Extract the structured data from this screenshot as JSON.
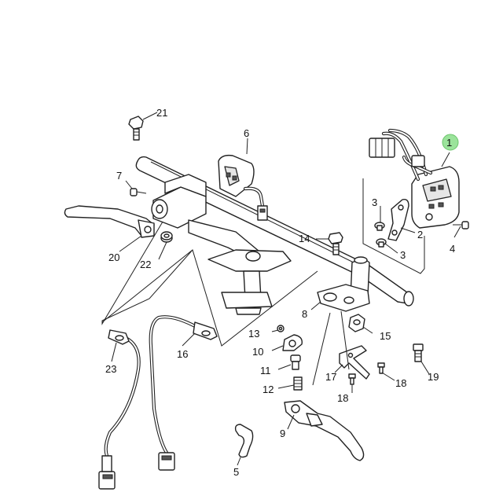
{
  "callouts": {
    "c1": "1",
    "c2": "2",
    "c3a": "3",
    "c3b": "3",
    "c4": "4",
    "c5": "5",
    "c6": "6",
    "c7": "7",
    "c8": "8",
    "c9": "9",
    "c10": "10",
    "c11": "11",
    "c12": "12",
    "c13": "13",
    "c14": "14",
    "c15": "15",
    "c16": "16",
    "c17": "17",
    "c18a": "18",
    "c18b": "18",
    "c19": "19",
    "c20": "20",
    "c21": "21",
    "c22": "22",
    "c23": "23"
  },
  "colors": {
    "highlight_badge": "#9be39b",
    "line": "#222222",
    "background": "#ffffff"
  }
}
